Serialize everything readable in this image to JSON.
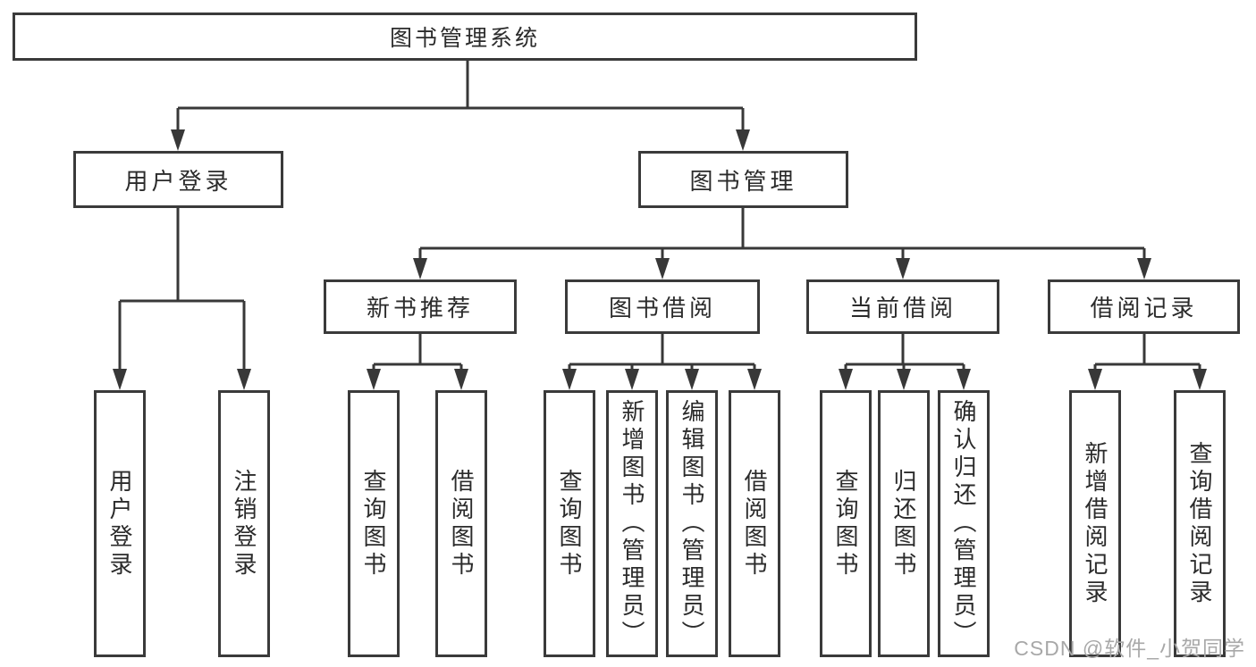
{
  "diagram": {
    "title": "图书管理系统",
    "branches": [
      {
        "label": "用户登录",
        "children": [
          {
            "label": "用户登录"
          },
          {
            "label": "注销登录"
          }
        ]
      },
      {
        "label": "图书管理",
        "children": [
          {
            "label": "新书推荐",
            "children": [
              {
                "label": "查询图书"
              },
              {
                "label": "借阅图书"
              }
            ]
          },
          {
            "label": "图书借阅",
            "children": [
              {
                "label": "查询图书"
              },
              {
                "label": "新增图书（管理员）"
              },
              {
                "label": "编辑图书（管理员）"
              },
              {
                "label": "借阅图书"
              }
            ]
          },
          {
            "label": "当前借阅",
            "children": [
              {
                "label": "查询图书"
              },
              {
                "label": "归还图书"
              },
              {
                "label": "确认归还（管理员）"
              }
            ]
          },
          {
            "label": "借阅记录",
            "children": [
              {
                "label": "新增借阅记录"
              },
              {
                "label": "查询借阅记录"
              }
            ]
          }
        ]
      }
    ]
  },
  "watermark": {
    "text": "CSDN @软件_小贺同学"
  },
  "colors": {
    "background": "#ffffff",
    "box_border": "#3a3a3a",
    "connector": "#383838",
    "text": "#2b2b2b",
    "watermark": "#a8a8a8"
  }
}
